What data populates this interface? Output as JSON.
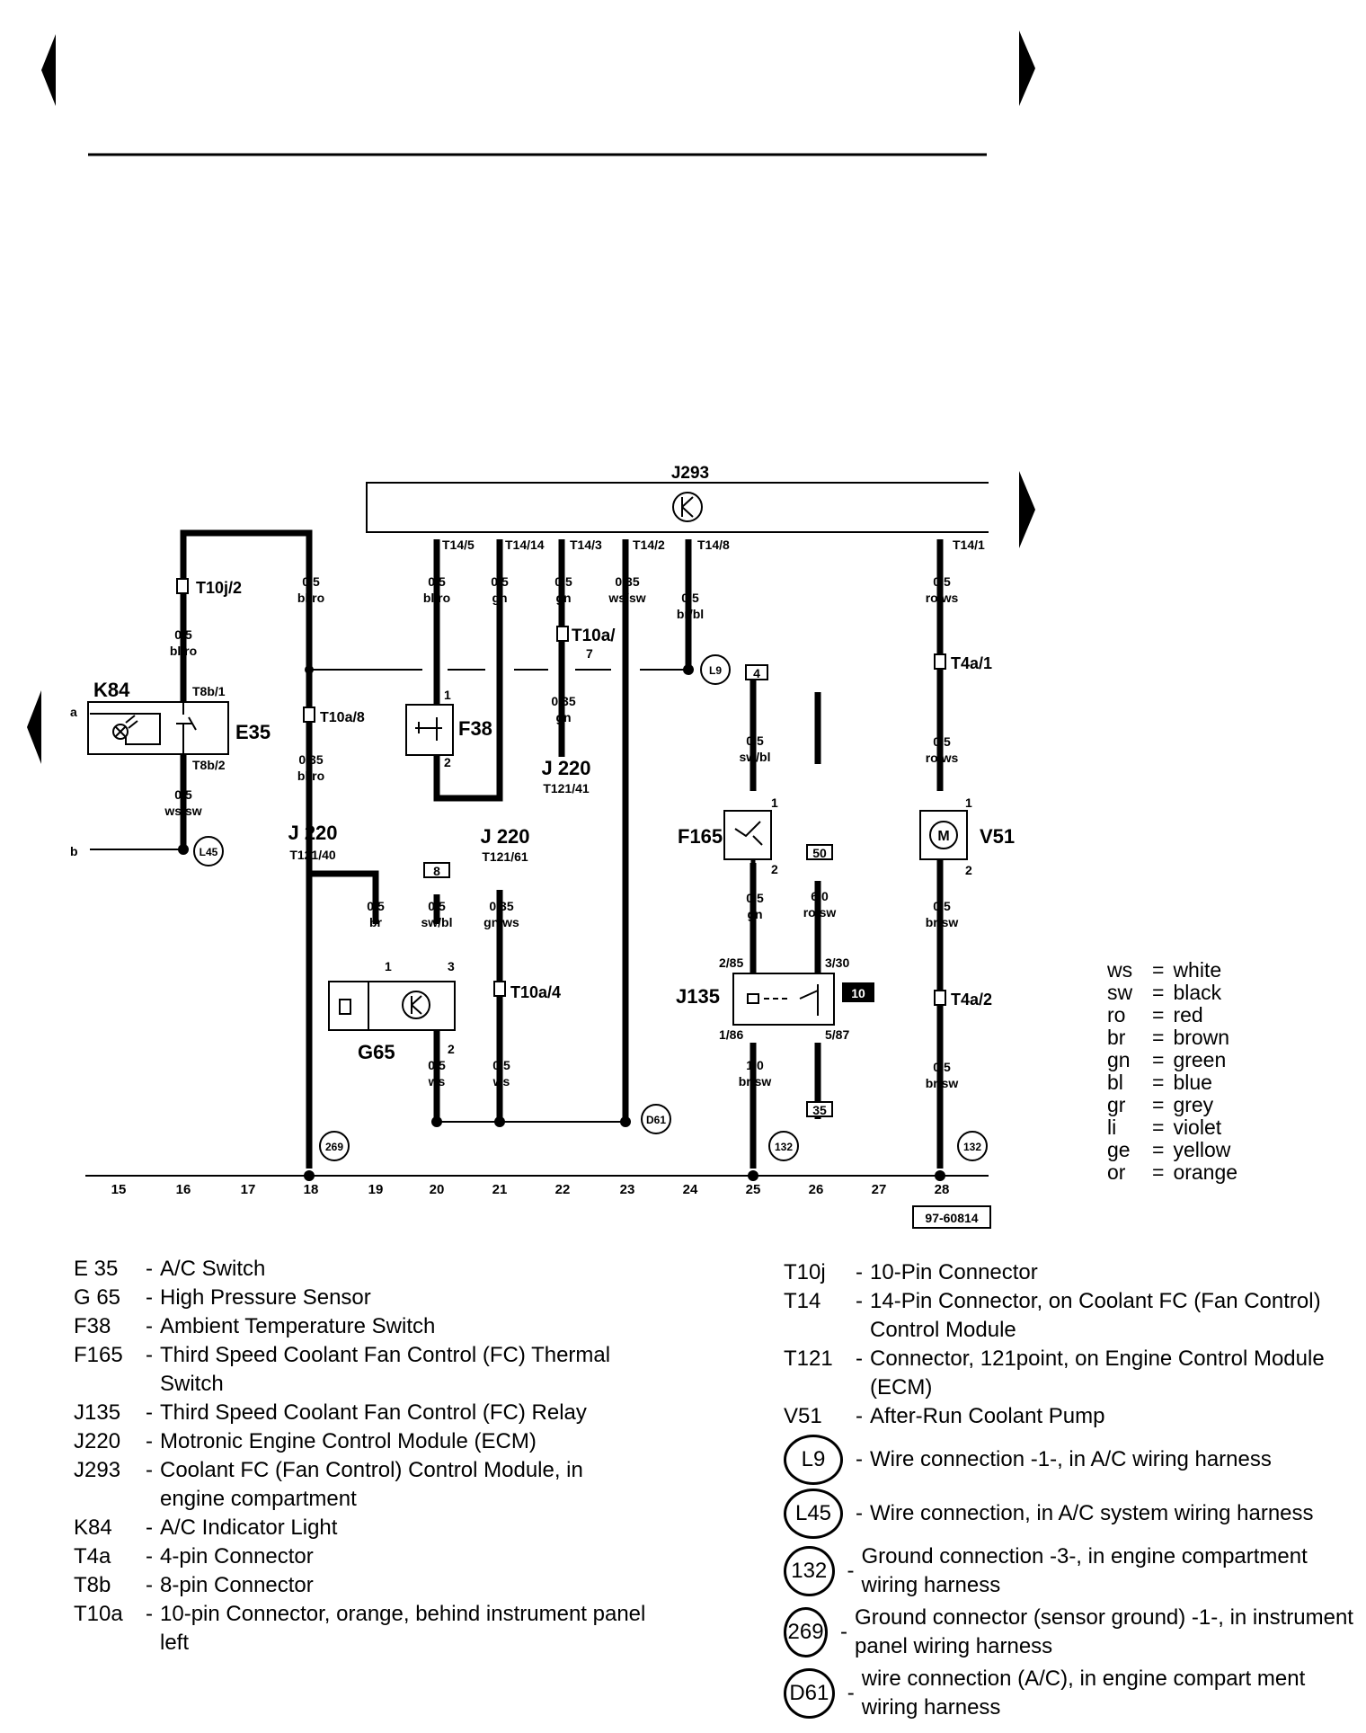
{
  "module": {
    "label": "J293"
  },
  "pins": [
    "T14/5",
    "T14/14",
    "T14/3",
    "T14/2",
    "T14/8",
    "T14/1"
  ],
  "wires": {
    "w16a": {
      "gauge": "0,5",
      "color": "bl/ro"
    },
    "w18a": {
      "gauge": "0,5",
      "color": "bl/ro"
    },
    "w18b": {
      "gauge": "0,35",
      "color": "bl/ro"
    },
    "w20a": {
      "gauge": "0,5",
      "color": "bl/ro"
    },
    "w21a": {
      "gauge": "0,5",
      "color": "gn"
    },
    "w22a": {
      "gauge": "0,5",
      "color": "gn"
    },
    "w22b": {
      "gauge": "0,35",
      "color": "gn"
    },
    "w23a": {
      "gauge": "0,35",
      "color": "ws/sw"
    },
    "w24a": {
      "gauge": "0,5",
      "color": "br/bl"
    },
    "w25a": {
      "gauge": "0,5",
      "color": "sw/bl"
    },
    "w25b": {
      "gauge": "0.5",
      "color": "gn"
    },
    "w25c": {
      "gauge": "1,0",
      "color": "br/sw"
    },
    "w26a": {
      "gauge": "6,0",
      "color": "ro/sw"
    },
    "w28a": {
      "gauge": "0,5",
      "color": "ro/ws"
    },
    "w28b": {
      "gauge": "0,5",
      "color": "ro/ws"
    },
    "w28c": {
      "gauge": "0,5",
      "color": "br/sw"
    },
    "w28d": {
      "gauge": "0,5",
      "color": "br/sw"
    },
    "w16b": {
      "gauge": "0,5",
      "color": "ws/sw"
    },
    "w19a": {
      "gauge": "0,5",
      "color": "br"
    },
    "w20b": {
      "gauge": "0,5",
      "color": "sw/bl"
    },
    "w20c": {
      "gauge": "0,5",
      "color": "ws"
    },
    "w21b": {
      "gauge": "0,35",
      "color": "gn/ws"
    },
    "w21c": {
      "gauge": "0,5",
      "color": "ws"
    }
  },
  "connectors": {
    "t10j2": "T10j/2",
    "t8b1": "T8b/1",
    "t8b2": "T8b/2",
    "t10a8": "T10a/8",
    "t10a7a": "T10a/",
    "t10a7b": "7",
    "t10a4": "T10a/4",
    "t4a1": "T4a/1",
    "t4a2": "T4a/2"
  },
  "components": {
    "k84": "K84",
    "e35": "E35",
    "f38": "F38",
    "f165": "F165",
    "v51": "V51",
    "g65": "G65",
    "j135": "J135",
    "j220_18": "J 220",
    "j220_18p": "T121/40",
    "j220_21": "J 220",
    "j220_21p": "T121/61",
    "j220_22": "J 220",
    "j220_22p": "T121/41"
  },
  "pin_numbers": {
    "one": "1",
    "two": "2",
    "three": "3",
    "r285": "2/85",
    "r330": "3/30",
    "r186": "1/86",
    "r587": "5/87"
  },
  "boxes": {
    "b4": "4",
    "b8": "8",
    "b50": "50",
    "b10": "10",
    "b35": "35"
  },
  "grounds": {
    "l45": "L45",
    "l9": "L9",
    "g269": "269",
    "d61": "D61",
    "g132": "132"
  },
  "side_labels": {
    "a": "a",
    "b": "b"
  },
  "columns": [
    "15",
    "16",
    "17",
    "18",
    "19",
    "20",
    "21",
    "22",
    "23",
    "24",
    "25",
    "26",
    "27",
    "28"
  ],
  "diagram_id": "97-60814",
  "color_codes": [
    {
      "code": "ws",
      "name": "white"
    },
    {
      "code": "sw",
      "name": "black"
    },
    {
      "code": "ro",
      "name": "red"
    },
    {
      "code": "br",
      "name": "brown"
    },
    {
      "code": "gn",
      "name": "green"
    },
    {
      "code": "bl",
      "name": "blue"
    },
    {
      "code": "gr",
      "name": "grey"
    },
    {
      "code": "li",
      "name": "violet"
    },
    {
      "code": "ge",
      "name": "yellow"
    },
    {
      "code": "or",
      "name": "orange"
    }
  ],
  "legend_left": [
    {
      "key": "E 35",
      "desc": "A/C Switch"
    },
    {
      "key": "G 65",
      "desc": "High Pressure Sensor"
    },
    {
      "key": "F38",
      "desc": "Ambient Temperature Switch"
    },
    {
      "key": "F165",
      "desc": "Third Speed Coolant Fan Control (FC) Thermal Switch"
    },
    {
      "key": "J135",
      "desc": "Third Speed Coolant Fan Control (FC) Relay"
    },
    {
      "key": "J220",
      "desc": "Motronic Engine Control Module (ECM)"
    },
    {
      "key": "J293",
      "desc": "Coolant FC (Fan Control) Control Module, in engine compartment"
    },
    {
      "key": "K84",
      "desc": "A/C Indicator Light"
    },
    {
      "key": "T4a",
      "desc": "4-pin Connector"
    },
    {
      "key": "T8b",
      "desc": "8-pin Connector"
    },
    {
      "key": "T10a",
      "desc": "10-pin Connector, orange, behind instrument panel left"
    }
  ],
  "legend_right": [
    {
      "key": "T10j",
      "desc": "10-Pin Connector"
    },
    {
      "key": "T14",
      "desc": "14-Pin Connector, on Coolant FC (Fan Control) Control Module"
    },
    {
      "key": "T121",
      "desc": "Connector, 121point, on Engine Control Module (ECM)"
    },
    {
      "key": "V51",
      "desc": "After-Run Coolant Pump"
    }
  ],
  "legend_circles": [
    {
      "key": "L9",
      "desc": "Wire connection -1-, in A/C wiring harness"
    },
    {
      "key": "L45",
      "desc": "Wire connection, in A/C system wiring harness"
    },
    {
      "key": "132",
      "desc": "Ground connection -3-, in engine compartment wiring harness"
    },
    {
      "key": "269",
      "desc": "Ground connector (sensor ground) -1-, in instrument panel wiring harness"
    },
    {
      "key": "D61",
      "desc": "wire connection (A/C), in engine compart ment wiring harness"
    }
  ]
}
